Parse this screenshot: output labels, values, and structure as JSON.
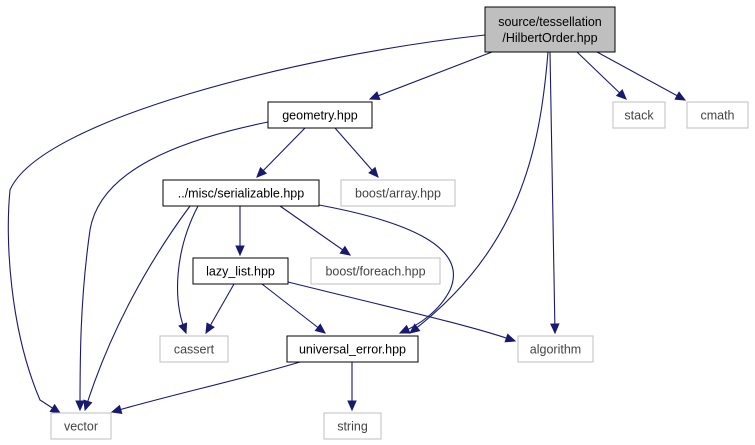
{
  "graph": {
    "nodes": {
      "hilbert": {
        "lines": [
          "source/tessellation",
          "/HilbertOrder.hpp"
        ],
        "kind": "main"
      },
      "geometry": {
        "lines": [
          "geometry.hpp"
        ],
        "kind": "internal"
      },
      "serializable": {
        "lines": [
          "../misc/serializable.hpp"
        ],
        "kind": "internal"
      },
      "lazy_list": {
        "lines": [
          "lazy_list.hpp"
        ],
        "kind": "internal"
      },
      "universal_error": {
        "lines": [
          "universal_error.hpp"
        ],
        "kind": "internal"
      },
      "stack": {
        "lines": [
          "stack"
        ],
        "kind": "external"
      },
      "cmath": {
        "lines": [
          "cmath"
        ],
        "kind": "external"
      },
      "boost_array": {
        "lines": [
          "boost/array.hpp"
        ],
        "kind": "external"
      },
      "boost_foreach": {
        "lines": [
          "boost/foreach.hpp"
        ],
        "kind": "external"
      },
      "cassert": {
        "lines": [
          "cassert"
        ],
        "kind": "external"
      },
      "algorithm": {
        "lines": [
          "algorithm"
        ],
        "kind": "external"
      },
      "vector": {
        "lines": [
          "vector"
        ],
        "kind": "external"
      },
      "string": {
        "lines": [
          "string"
        ],
        "kind": "external"
      }
    },
    "edges": [
      [
        "hilbert",
        "vector"
      ],
      [
        "hilbert",
        "geometry"
      ],
      [
        "hilbert",
        "stack"
      ],
      [
        "hilbert",
        "cmath"
      ],
      [
        "hilbert",
        "universal_error"
      ],
      [
        "hilbert",
        "algorithm"
      ],
      [
        "geometry",
        "vector"
      ],
      [
        "geometry",
        "serializable"
      ],
      [
        "geometry",
        "boost_array"
      ],
      [
        "serializable",
        "lazy_list"
      ],
      [
        "serializable",
        "boost_foreach"
      ],
      [
        "serializable",
        "universal_error"
      ],
      [
        "serializable",
        "cassert"
      ],
      [
        "serializable",
        "vector"
      ],
      [
        "lazy_list",
        "cassert"
      ],
      [
        "lazy_list",
        "universal_error"
      ],
      [
        "lazy_list",
        "algorithm"
      ],
      [
        "universal_error",
        "vector"
      ],
      [
        "universal_error",
        "string"
      ]
    ],
    "colors": {
      "edge": "#191970",
      "main_fill": "#bfbfbf",
      "internal_border": "#000000",
      "external_border": "#bfbfbf"
    }
  }
}
